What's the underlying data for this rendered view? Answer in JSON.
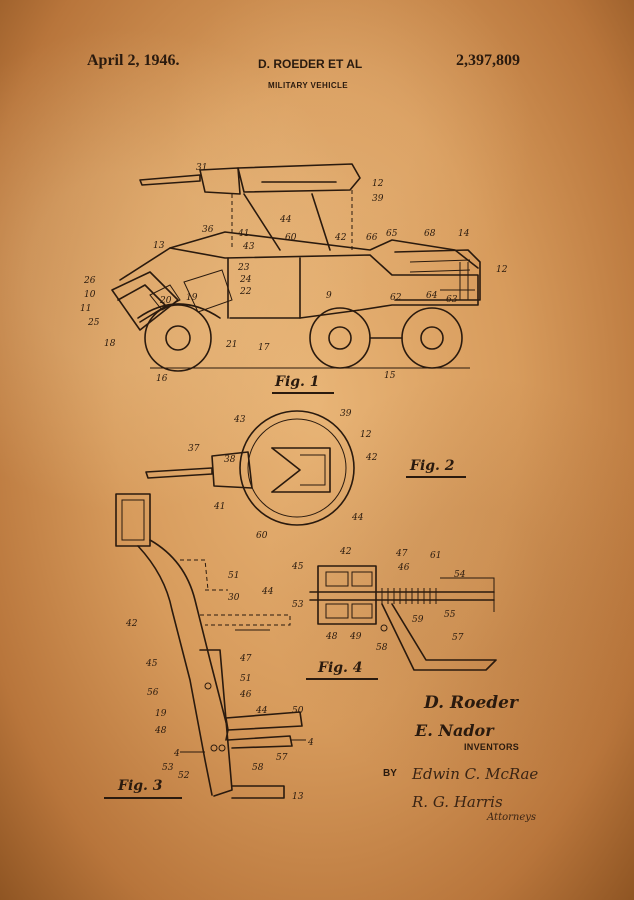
{
  "header": {
    "date": "April 2, 1946.",
    "inventors": "D. ROEDER ET AL",
    "patent_number": "2,397,809",
    "title": "MILITARY VEHICLE"
  },
  "figures": [
    {
      "label": "Fig. 1"
    },
    {
      "label": "Fig. 2"
    },
    {
      "label": "Fig. 3"
    },
    {
      "label": "Fig. 4"
    }
  ],
  "reference_numbers": {
    "fig1": [
      "31",
      "12",
      "39",
      "36",
      "44",
      "41",
      "60",
      "42",
      "43",
      "13",
      "66",
      "65",
      "68",
      "14",
      "26",
      "23",
      "24",
      "22",
      "10",
      "11",
      "25",
      "20",
      "19",
      "9",
      "62",
      "64",
      "63",
      "12",
      "18",
      "21",
      "17",
      "16",
      "15"
    ],
    "fig2": [
      "43",
      "39",
      "12",
      "37",
      "38",
      "42",
      "41",
      "44",
      "60"
    ],
    "fig3": [
      "51",
      "30",
      "44",
      "42",
      "47",
      "45",
      "51",
      "56",
      "46",
      "19",
      "48",
      "44",
      "50",
      "4",
      "4",
      "53",
      "52",
      "58",
      "57",
      "13"
    ],
    "fig4": [
      "42",
      "47",
      "61",
      "45",
      "46",
      "54",
      "53",
      "55",
      "48",
      "49",
      "59",
      "58",
      "57"
    ]
  },
  "inventors": {
    "name_1": "D. Roeder",
    "name_2": "E. Nador",
    "caption": "INVENTORS"
  },
  "attorneys": {
    "by": "BY",
    "signature_1": "Edwin C. McRae",
    "signature_2": "R. G. Harris",
    "caption": "Attorneys"
  },
  "colors": {
    "paper": "#d79b5c",
    "ink": "#2a1a0e"
  }
}
